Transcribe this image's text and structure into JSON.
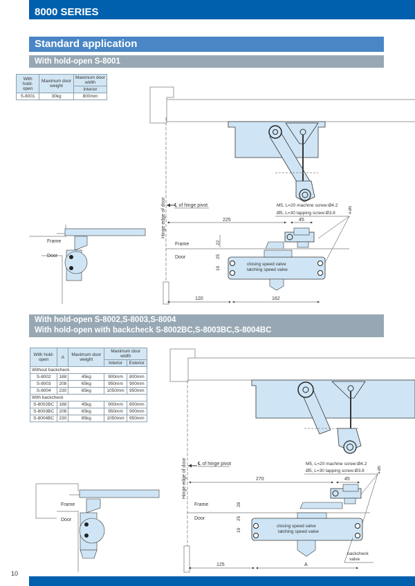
{
  "header": {
    "series_title": "8000 SERIES"
  },
  "section": {
    "title": "Standard application"
  },
  "sub1": {
    "title": "With hold-open S-8001"
  },
  "table1": {
    "headers": {
      "col1": "With hold-open",
      "col2": "Maximum door weight",
      "col3": "Maximum door width",
      "col3_sub": "Interior"
    },
    "rows": [
      {
        "model": "S-8001",
        "weight": "30kg",
        "interior": "800mm"
      }
    ]
  },
  "diagram1": {
    "hinge_edge_label": "Hinge edge of door",
    "hinge_pivot_label": "℄ of hinge pivot",
    "screw_line1": "M5, L=20 machine screw:Ø4.2",
    "screw_line2": "Ø5, L=30 tapping screw:Ø3.8",
    "screw_count": "4-Ø5",
    "dim_225": "225",
    "dim_45": "45",
    "dim_22": "22",
    "dim_25": "25",
    "dim_19": "19",
    "dim_120": "120",
    "dim_162": "162",
    "frame_label": "Frame",
    "door_label": "Door",
    "closing_valve": "closing speed valve",
    "latching_valve": "latching speed valve",
    "plan_frame_label": "Frame",
    "plan_door_label": "Door"
  },
  "sub2": {
    "line1": "With hold-open S-8002,S-8003,S-8004",
    "line2": "With hold-open with backcheck S-8002BC,S-8003BC,S-8004BC"
  },
  "table2": {
    "headers": {
      "col1": "With hold-open",
      "col2": "A",
      "col3": "Maximum door weight",
      "col4": "Maximum door width",
      "col4_sub1": "Interior",
      "col4_sub2": "Exterior"
    },
    "group1": "Without backcheck",
    "rows1": [
      {
        "model": "S-8002",
        "a": "188",
        "weight": "45kg",
        "interior": "900mm",
        "exterior": "800mm"
      },
      {
        "model": "S-8003",
        "a": "208",
        "weight": "65kg",
        "interior": "950mm",
        "exterior": "900mm"
      },
      {
        "model": "S-8004",
        "a": "230",
        "weight": "85kg",
        "interior": "1050mm",
        "exterior": "950mm"
      }
    ],
    "group2": "With backcheck",
    "rows2": [
      {
        "model": "S-8002BC",
        "a": "188",
        "weight": "45kg",
        "interior": "900mm",
        "exterior": "800mm"
      },
      {
        "model": "S-8003BC",
        "a": "208",
        "weight": "65kg",
        "interior": "950mm",
        "exterior": "900mm"
      },
      {
        "model": "S-8004BC",
        "a": "230",
        "weight": "85kg",
        "interior": "1050mm",
        "exterior": "950mm"
      }
    ]
  },
  "diagram2": {
    "hinge_edge_label": "Hinge edge of door",
    "hinge_pivot_label": "℄ of hinge pivot",
    "screw_line1": "M5, L=20 machine screw:Ø4.2",
    "screw_line2": "Ø5, L=30 tapping screw:Ø3.8",
    "screw_count": "4-Ø5",
    "dim_270": "270",
    "dim_45": "45",
    "dim_28": "28",
    "dim_25": "25",
    "dim_19": "19",
    "dim_125": "125",
    "dim_A": "A",
    "frame_label": "Frame",
    "door_label": "Door",
    "closing_valve": "closing speed valve",
    "latching_valve": "latching speed valve",
    "backcheck_line1": "backcheck",
    "backcheck_line2": "valve",
    "plan_frame_label": "Frame",
    "plan_door_label": "Door"
  },
  "footer": {
    "page_number": "10"
  },
  "colors": {
    "brand_blue": "#0060ad",
    "section_blue": "#4a86c5",
    "subheader_gray": "#97a8b4",
    "part_fill": "#cfe5f5"
  }
}
